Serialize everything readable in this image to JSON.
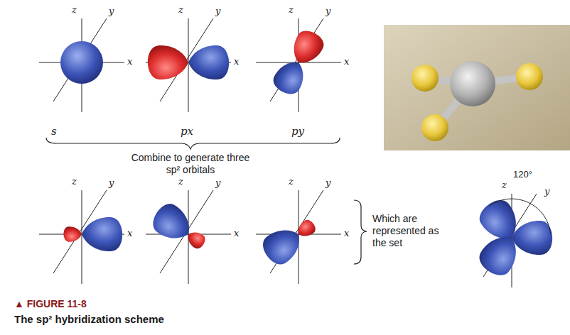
{
  "diagram": {
    "title": "▲ FIGURE 11-8",
    "caption": "The sp² hybridization scheme",
    "labels": [
      "z",
      "y",
      "x",
      "s",
      "z",
      "y",
      "x",
      "px",
      "z",
      "y",
      "x",
      "py",
      "Combine to generate three sp² orbitals",
      "z",
      "y",
      "x",
      "z",
      "y",
      "x",
      "z",
      "y",
      "x",
      "Which are represented as the set",
      "120°",
      "z",
      "y"
    ]
  }
}
